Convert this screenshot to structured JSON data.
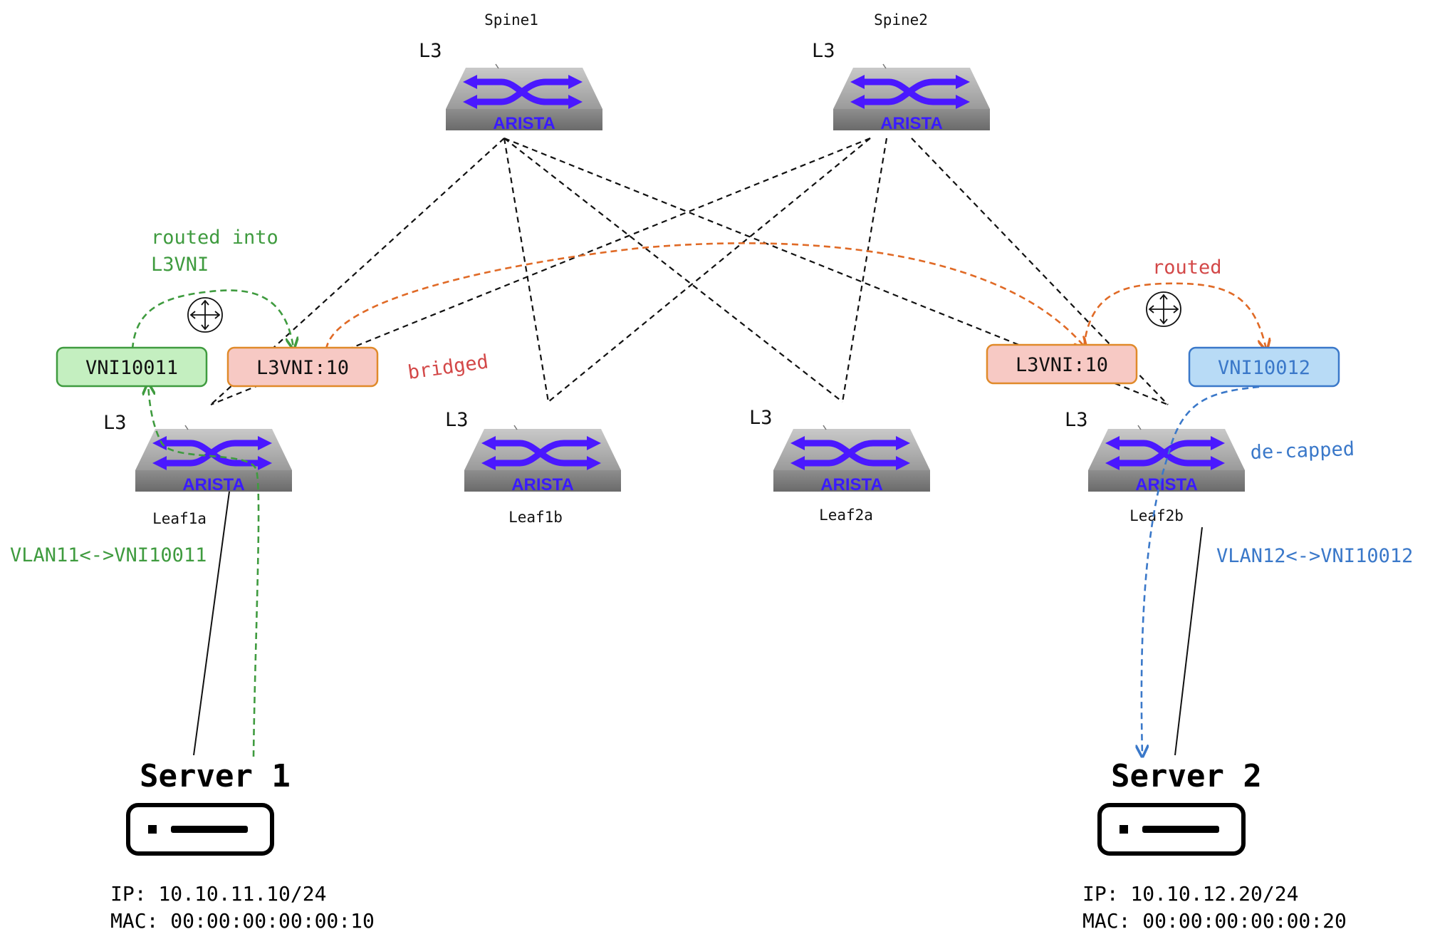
{
  "colors": {
    "green": "#3f9b3f",
    "orange": "#e06a26",
    "red": "#d34848",
    "blue": "#3a78c9",
    "link": "#111111",
    "switch_arrow": "#4a18ff"
  },
  "switches": {
    "spine1": {
      "name": "Spine1",
      "layer": "L3",
      "brand": "ARISTA"
    },
    "spine2": {
      "name": "Spine2",
      "layer": "L3",
      "brand": "ARISTA"
    },
    "leaf1a": {
      "name": "Leaf1a",
      "layer": "L3",
      "brand": "ARISTA"
    },
    "leaf1b": {
      "name": "Leaf1b",
      "layer": "L3",
      "brand": "ARISTA"
    },
    "leaf2a": {
      "name": "Leaf2a",
      "layer": "L3",
      "brand": "ARISTA"
    },
    "leaf2b": {
      "name": "Leaf2b",
      "layer": "L3",
      "brand": "ARISTA"
    }
  },
  "vnis": {
    "vni10011": "VNI10011",
    "l3vni_left": "L3VNI:10",
    "l3vni_right": "L3VNI:10",
    "vni10012": "VNI10012"
  },
  "annotations": {
    "routed_into_line1": "routed into",
    "routed_into_line2": "L3VNI",
    "bridged": "bridged",
    "routed": "routed",
    "decapped": "de-capped",
    "vlan11": "VLAN11<->VNI10011",
    "vlan12": "VLAN12<->VNI10012"
  },
  "servers": {
    "server1": {
      "title": "Server 1",
      "ip": "IP: 10.10.11.10/24",
      "mac": "MAC: 00:00:00:00:00:10"
    },
    "server2": {
      "title": "Server 2",
      "ip": "IP: 10.10.12.20/24",
      "mac": "MAC: 00:00:00:00:00:20"
    }
  },
  "icons": {
    "router": "router-icon",
    "switch": "switch-icon",
    "server": "server-icon"
  }
}
